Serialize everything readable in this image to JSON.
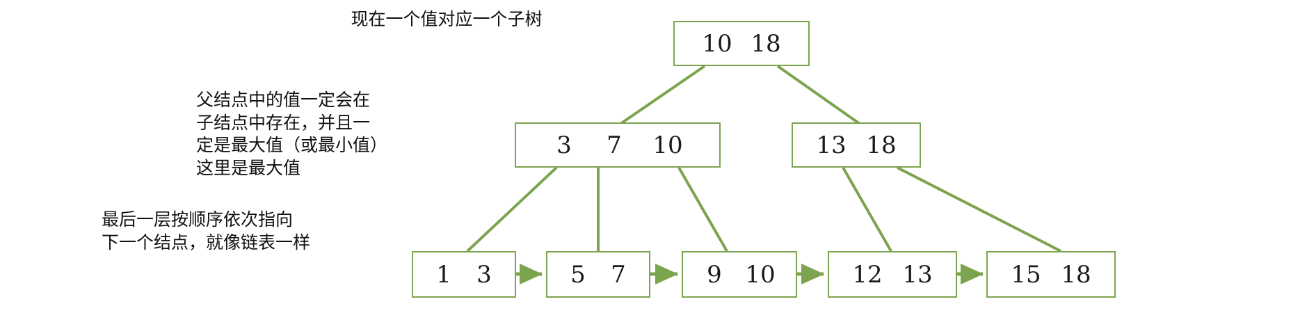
{
  "diagram": {
    "title_note": "现在一个值对应一个子树",
    "stroke_color": "#7ca44e",
    "text_color": "#111111",
    "background": "#ffffff",
    "type": "b-plus-tree"
  },
  "annotations": [
    {
      "id": "top-note",
      "text": "现在一个值对应一个子树",
      "align": "center"
    },
    {
      "id": "middle-note",
      "text": "父结点中的值一定会在\n子结点中存在，并且一\n定是最大值（或最小值）\n这里是最大值",
      "align": "left"
    },
    {
      "id": "bottom-note",
      "text": "最后一层按顺序依次指向\n下一个结点，就像链表一样",
      "align": "left"
    }
  ],
  "nodes": {
    "root": {
      "id": "root",
      "level": "root",
      "keys": [
        "10",
        "18"
      ]
    },
    "internal": [
      {
        "id": "internal-left",
        "level": "internal",
        "keys": [
          "3",
          "7",
          "10"
        ]
      },
      {
        "id": "internal-right",
        "level": "internal",
        "keys": [
          "13",
          "18"
        ]
      }
    ],
    "leaves": [
      {
        "id": "leaf-1",
        "level": "leaf",
        "keys": [
          "1",
          "3"
        ]
      },
      {
        "id": "leaf-2",
        "level": "leaf",
        "keys": [
          "5",
          "7"
        ]
      },
      {
        "id": "leaf-3",
        "level": "leaf",
        "keys": [
          "9",
          "10"
        ]
      },
      {
        "id": "leaf-4",
        "level": "leaf",
        "keys": [
          "12",
          "13"
        ]
      },
      {
        "id": "leaf-5",
        "level": "leaf",
        "keys": [
          "15",
          "18"
        ]
      }
    ]
  },
  "edges": {
    "tree_links": [
      {
        "from": "root",
        "to": "internal-left"
      },
      {
        "from": "root",
        "to": "internal-right"
      },
      {
        "from": "internal-left",
        "to": "leaf-1"
      },
      {
        "from": "internal-left",
        "to": "leaf-2"
      },
      {
        "from": "internal-left",
        "to": "leaf-3"
      },
      {
        "from": "internal-right",
        "to": "leaf-4"
      },
      {
        "from": "internal-right",
        "to": "leaf-5"
      }
    ],
    "leaf_chain": [
      {
        "from": "leaf-1",
        "to": "leaf-2"
      },
      {
        "from": "leaf-2",
        "to": "leaf-3"
      },
      {
        "from": "leaf-3",
        "to": "leaf-4"
      },
      {
        "from": "leaf-4",
        "to": "leaf-5"
      }
    ]
  }
}
